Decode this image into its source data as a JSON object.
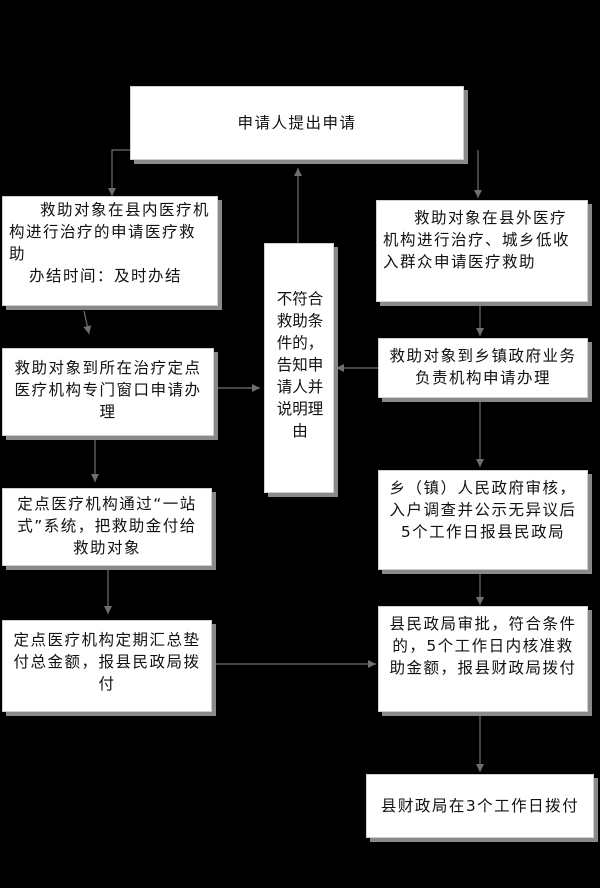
{
  "nodes": {
    "apply": {
      "text": "申请人提出申请"
    },
    "inner": {
      "line1": "救助对象在县内医疗机构进行治疗的申请医疗救助",
      "line2": "办结时间：及时办结"
    },
    "inner_window": {
      "text": "救助对象到所在治疗定点医疗机构专门窗口申请办理"
    },
    "one_stop": {
      "text": "定点医疗机构通过“一站式”系统，把救助金付给救助对象"
    },
    "periodic": {
      "text": "定点医疗机构定期汇总垫付总金额，报县民政局拨付"
    },
    "reject": {
      "text": "不符合救助条件的，告知申请人并说明理由"
    },
    "outer": {
      "text": "救助对象在县外医疗机构进行治疗、城乡低收入群众申请医疗救助"
    },
    "town_apply": {
      "text": "救助对象到乡镇政府业务负责机构申请办理"
    },
    "town_review": {
      "text": "乡（镇）人民政府审核，入户调查并公示无异议后5个工作日报县民政局"
    },
    "county_civil": {
      "text": "县民政局审批，符合条件的，5个工作日内核准救助金额，报县财政局拨付"
    },
    "finance": {
      "text": "县财政局在3个工作日拨付"
    }
  }
}
